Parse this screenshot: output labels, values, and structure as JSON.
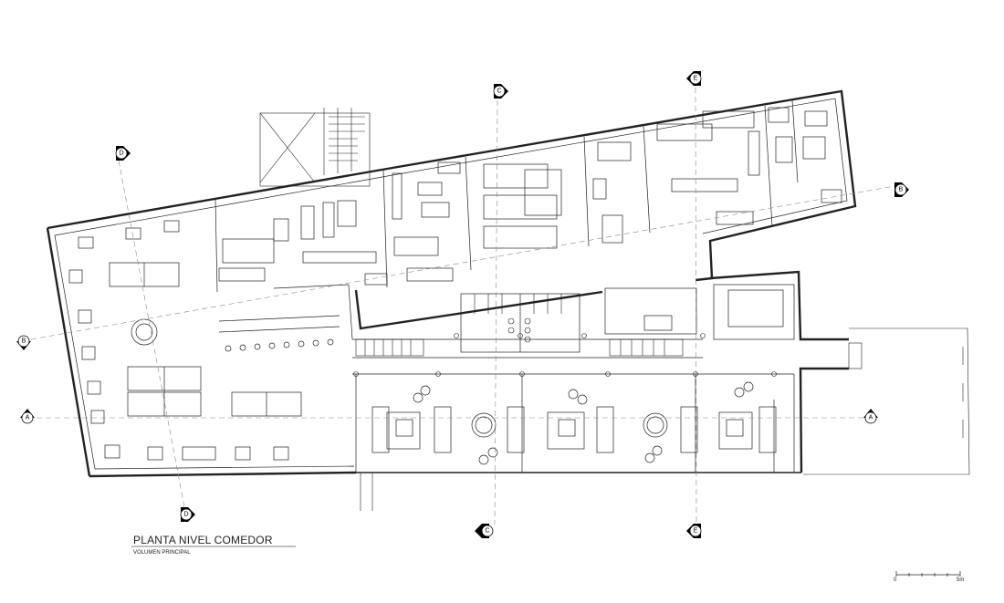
{
  "plan": {
    "title": "PLANTA NIVEL COMEDOR",
    "subtitle": "VOLUMEN PRINCIPAL",
    "scale_labels": [
      "0",
      "5m"
    ]
  },
  "section_markers": {
    "A": "A",
    "B": "B",
    "C": "C",
    "D": "D",
    "E": "E"
  },
  "colors": {
    "ink": "#222222",
    "light": "#888888",
    "paper": "#ffffff"
  }
}
